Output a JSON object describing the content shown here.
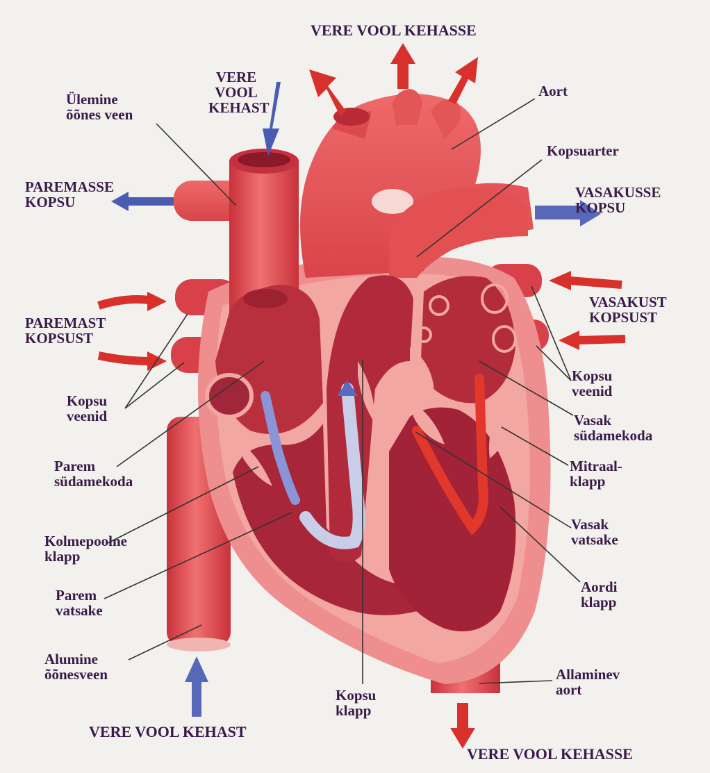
{
  "labels": {
    "vere_vool_kehasse_top": "VERE VOOL KEHASSE",
    "vere_vool_kehast_top": "VERE\nVOOL\nKEHAST",
    "ulemine_oones_veen": "Ülemine\nõõnes veen",
    "aort": "Aort",
    "kopsuarter": "Kopsuarter",
    "paremasse_kopsu": "PAREMASSE\nKOPSU",
    "vasakusse_kopsu": "VASAKUSSE\nKOPSU",
    "paremast_kopsust": "PAREMAST\nKOPSUST",
    "vasakust_kopsust": "VASAKUST\nKOPSUST",
    "kopsu_veenid_left": "Kopsu\nveenid",
    "kopsu_veenid_right": "Kopsu\nveenid",
    "parem_sudamekoda": "Parem\nsüdamekoda",
    "vasak_sudamekoda": "Vasak\nsüdamekoda",
    "mitraal_klapp": "Mitraal-\nklapp",
    "kolmepoolne_klapp": "Kolmepoolne\nklapp",
    "vasak_vatsake": "Vasak\nvatsake",
    "parem_vatsake": "Parem\nvatsake",
    "aordi_klapp": "Aordi\nklapp",
    "alumine_oonesveen": "Alumine\nõõnesveen",
    "allaminev_aort": "Allaminev\naort",
    "kopsu_klapp": "Kopsu\nklapp",
    "vere_vool_kehast_bottom": "VERE VOOL KEHAST",
    "vere_vool_kehasse_bottom": "VERE VOOL KEHASSE"
  },
  "colors": {
    "oxygenated_flow": "#d8302a",
    "deoxygenated_flow": "#4a5cb0",
    "vessel": "#e0484a",
    "chamber": "#a8263a",
    "wall": "#f3a3a0",
    "label_text": "#3b1a4a",
    "leader_line": "#333333"
  }
}
